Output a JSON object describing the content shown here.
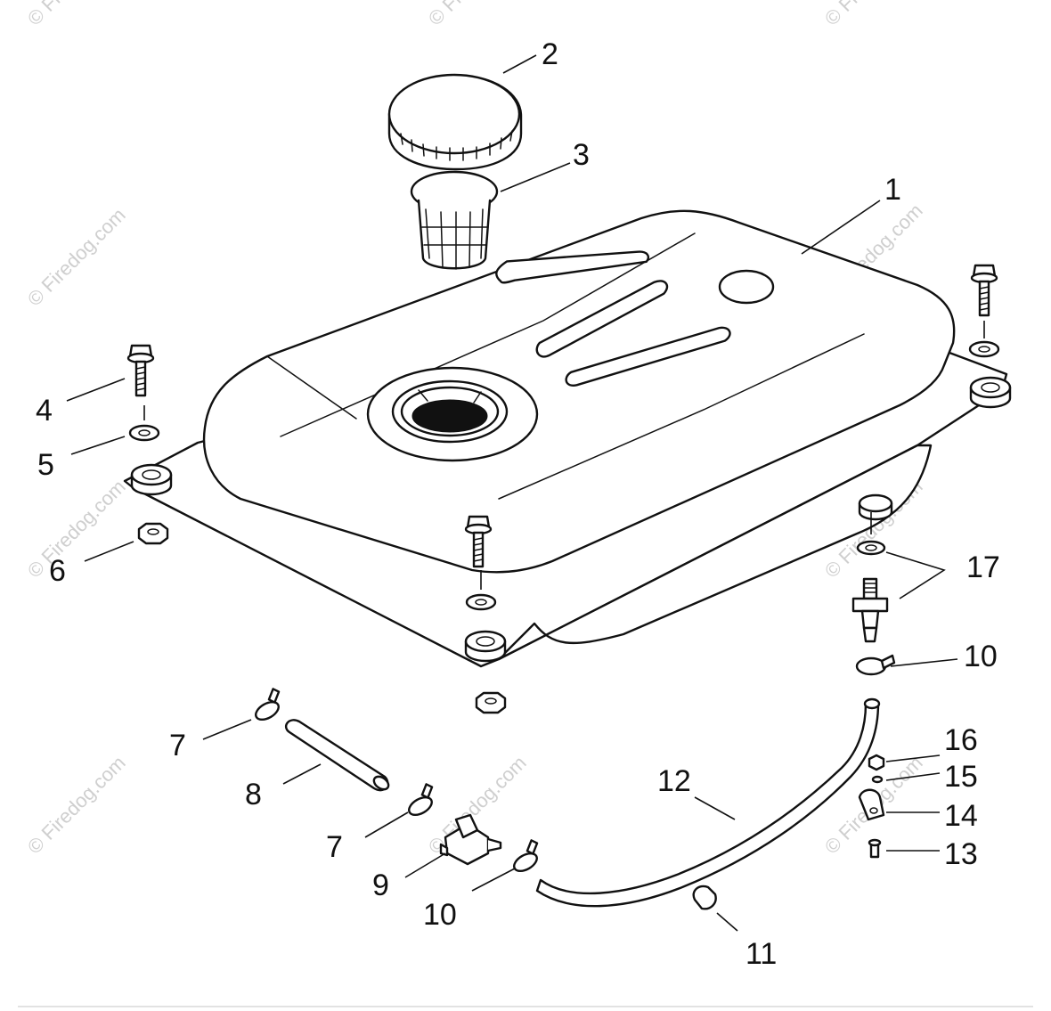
{
  "watermark": "© Firedog.com",
  "callouts": {
    "c1": "1",
    "c2": "2",
    "c3": "3",
    "c4": "4",
    "c5": "5",
    "c6": "6",
    "c7a": "7",
    "c7b": "7",
    "c8": "8",
    "c9": "9",
    "c10a": "10",
    "c10b": "10",
    "c11": "11",
    "c12": "12",
    "c13": "13",
    "c14": "14",
    "c15": "15",
    "c16": "16",
    "c17": "17"
  },
  "colors": {
    "line": "#111111",
    "watermark": "#cfcfcf",
    "background": "#ffffff"
  }
}
